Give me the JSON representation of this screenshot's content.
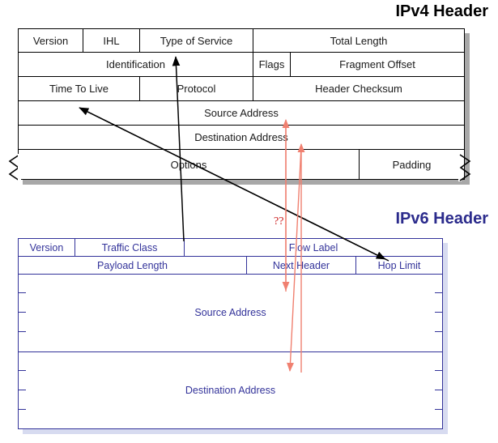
{
  "titles": {
    "ipv4": "IPv4 Header",
    "ipv6": "IPv6 Header"
  },
  "colors": {
    "ipv4_border": "#000000",
    "ipv4_text": "#1a1a1a",
    "ipv6_border": "#33339A",
    "ipv6_text": "#33339A",
    "ipv6_title": "#2B2B8C",
    "red_arrow": "#F08070",
    "question_mark": "#cc2222",
    "black_arrow": "#000000",
    "ipv4_shadow": "#a8a8a8",
    "ipv6_shadow": "#d7dbf0"
  },
  "ipv4_header": {
    "rows": [
      {
        "cells": [
          {
            "label": "Version"
          },
          {
            "label": "IHL"
          },
          {
            "label": "Type of Service"
          },
          {
            "label": "Total Length"
          }
        ]
      },
      {
        "cells": [
          {
            "label": "Identification"
          },
          {
            "label": "Flags"
          },
          {
            "label": "Fragment Offset"
          }
        ]
      },
      {
        "cells": [
          {
            "label": "Time To Live"
          },
          {
            "label": "Protocol"
          },
          {
            "label": "Header Checksum"
          }
        ]
      },
      {
        "cells": [
          {
            "label": "Source Address"
          }
        ]
      },
      {
        "cells": [
          {
            "label": "Destination Address"
          }
        ]
      },
      {
        "cells": [
          {
            "label": "Options"
          },
          {
            "label": "Padding"
          }
        ]
      }
    ]
  },
  "ipv6_header": {
    "rows": [
      {
        "cells": [
          {
            "label": "Version"
          },
          {
            "label": "Traffic Class"
          },
          {
            "label": "Flow Label"
          }
        ]
      },
      {
        "cells": [
          {
            "label": "Payload Length"
          },
          {
            "label": "Next Header"
          },
          {
            "label": "Hop Limit"
          }
        ]
      }
    ],
    "address_blocks": [
      {
        "label": "Source Address"
      },
      {
        "label": "Destination Address"
      }
    ]
  },
  "annotations": {
    "question_mark": "??",
    "red_arrows": [
      {
        "from": "ipv6-source-address",
        "to": "ipv4-source-address"
      },
      {
        "from": "ipv6-destination-address",
        "to": "ipv4-destination-address"
      }
    ],
    "black_arrows": [
      {
        "from": "ipv6-traffic-class",
        "to": "ipv4-type-of-service"
      },
      {
        "from": "ipv4-time-to-live",
        "to": "ipv6-hop-limit"
      }
    ]
  }
}
